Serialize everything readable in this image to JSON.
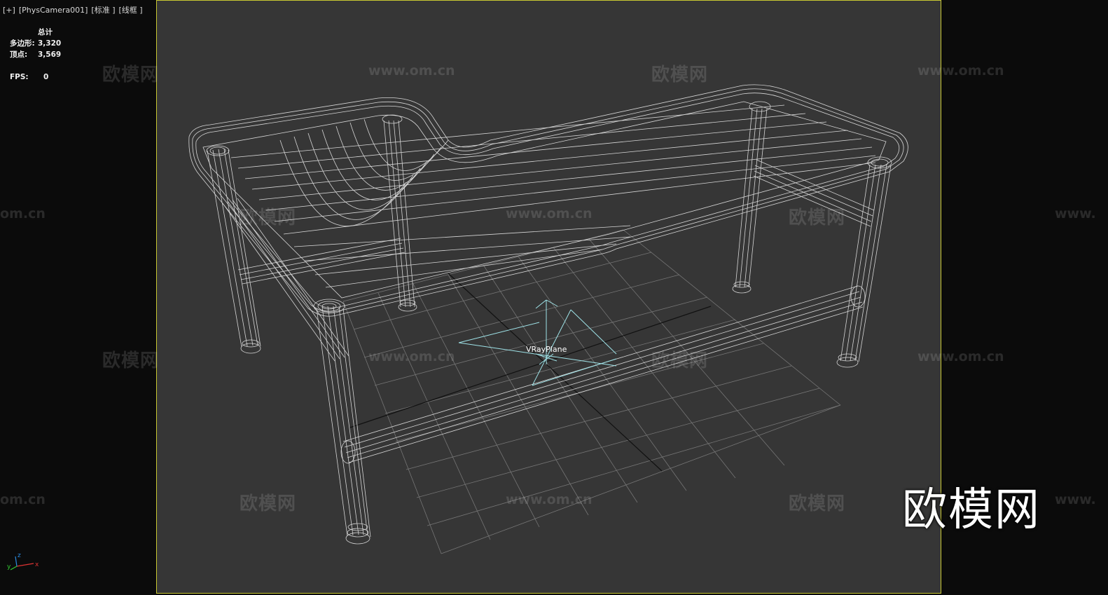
{
  "viewport": {
    "menu_plus": "[+]",
    "camera": "[PhysCamera001]",
    "shading": "[标准 ]",
    "mode": "[线框 ]"
  },
  "stats": {
    "header": "总计",
    "polys_label": "多边形:",
    "polys_value": "3,320",
    "verts_label": "顶点:",
    "verts_value": "3,569",
    "fps_label": "FPS:",
    "fps_value": "0"
  },
  "scene": {
    "object_label": "VRayPlane",
    "wire_color": "#e8e8e8",
    "vray_color": "#9fe3e8",
    "grid_color": "#8a8a8a",
    "frame_color": "#c8c832"
  },
  "watermarks": {
    "cn": "欧模网",
    "url": "www.om.cn",
    "url_cut": "om.cn",
    "url_cut_right": "www.",
    "logo": "欧模网"
  },
  "gizmo": {
    "x": "x",
    "y": "y",
    "z": "z"
  }
}
